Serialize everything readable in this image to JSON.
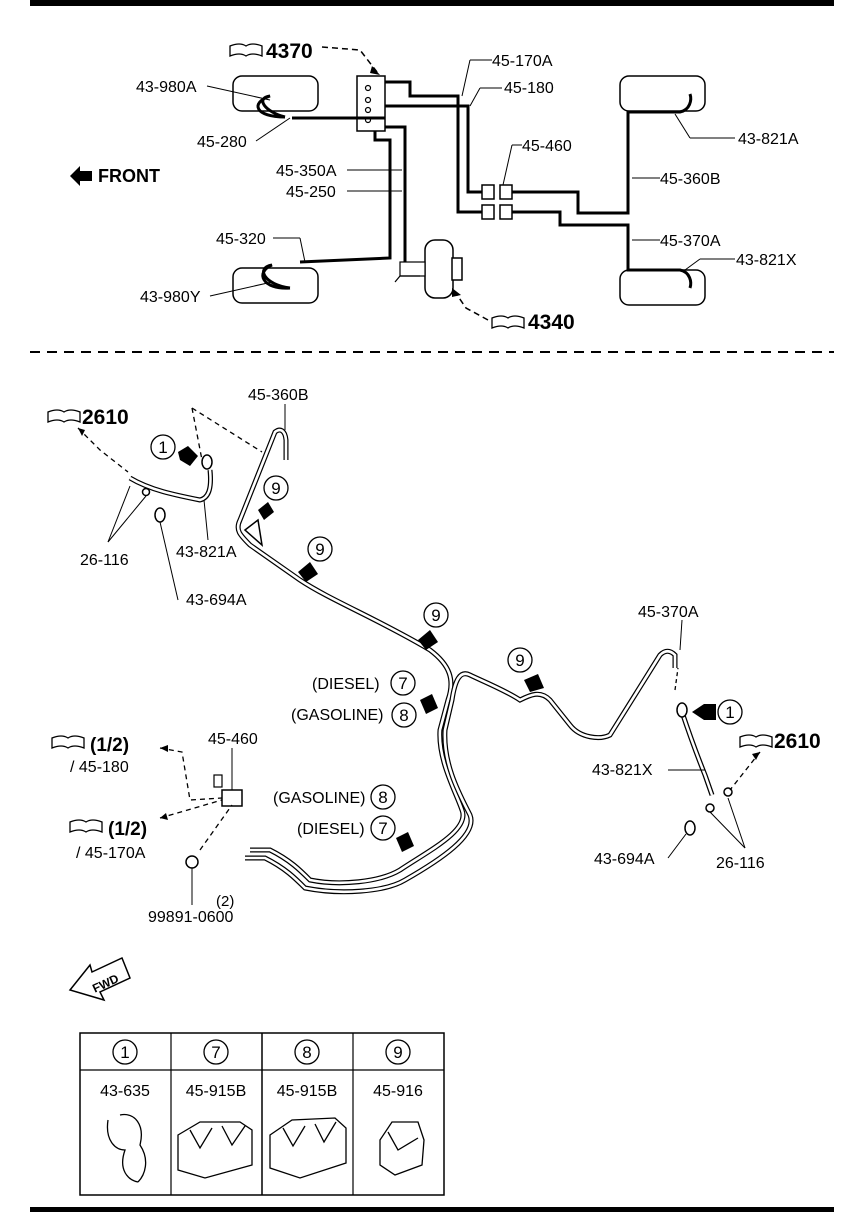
{
  "top": {
    "ref_4370": "4370",
    "ref_4340": "4340",
    "front": "FRONT",
    "labels": {
      "l_43_980A": "43-980A",
      "l_45_280": "45-280",
      "l_45_350A": "45-350A",
      "l_45_250": "45-250",
      "l_45_320": "45-320",
      "l_43_980Y": "43-980Y",
      "l_45_170A": "45-170A",
      "l_45_180": "45-180",
      "l_45_460": "45-460",
      "l_45_360B": "45-360B",
      "l_45_370A": "45-370A",
      "l_43_821A": "43-821A",
      "l_43_821X": "43-821X"
    }
  },
  "bottom": {
    "ref_2610_left": "2610",
    "ref_2610_right": "2610",
    "ref_half_180": "(1/2)",
    "ref_half_170": "(1/2)",
    "labels": {
      "b_45_360B": "45-360B",
      "b_26_116_l": "26-116",
      "b_43_821A": "43-821A",
      "b_43_694A_l": "43-694A",
      "b_45_370A": "45-370A",
      "b_43_821X": "43-821X",
      "b_43_694A_r": "43-694A",
      "b_26_116_r": "26-116",
      "b_diesel_1": "(DIESEL)",
      "b_gasoline_1": "(GASOLINE)",
      "b_gasoline_2": "(GASOLINE)",
      "b_diesel_2": "(DIESEL)",
      "b_45_460": "45-460",
      "b_45_180": "/ 45-180",
      "b_45_170A": "/ 45-170A",
      "b_99891": "99891-0600",
      "b_qty2": "(2)",
      "fwd": "FWD"
    },
    "circles": {
      "c1a": "1",
      "c1b": "1",
      "c9a": "9",
      "c9b": "9",
      "c9c": "9",
      "c9d": "9",
      "c7a": "7",
      "c8a": "8",
      "c8b": "8",
      "c7b": "7"
    }
  },
  "clip_table": {
    "headers": [
      "1",
      "7",
      "8",
      "9"
    ],
    "parts": [
      "43-635",
      "45-915B",
      "45-915B",
      "45-916"
    ]
  }
}
